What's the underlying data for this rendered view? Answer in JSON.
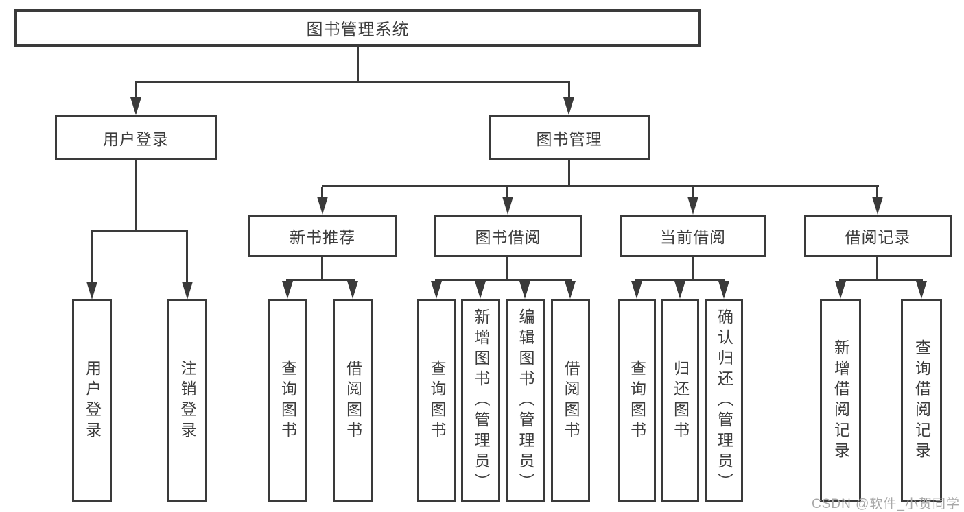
{
  "colors": {
    "line": "#3a3a3a",
    "text": "#3d3d3d",
    "watermark": "#a8a8a8",
    "background": "#ffffff"
  },
  "watermark": "CSDN @软件_小贺同学",
  "tree": {
    "root": "图书管理系统",
    "branches": [
      {
        "label": "用户登录",
        "leaves": [
          "用户登录",
          "注销登录"
        ]
      },
      {
        "label": "图书管理",
        "children": [
          {
            "label": "新书推荐",
            "leaves": [
              "查询图书",
              "借阅图书"
            ]
          },
          {
            "label": "图书借阅",
            "leaves": [
              "查询图书",
              "新增图书（管理员）",
              "编辑图书（管理员）",
              "借阅图书"
            ]
          },
          {
            "label": "当前借阅",
            "leaves": [
              "查询图书",
              "归还图书",
              "确认归还（管理员）"
            ]
          },
          {
            "label": "借阅记录",
            "leaves": [
              "新增借阅记录",
              "查询借阅记录"
            ]
          }
        ]
      }
    ]
  }
}
